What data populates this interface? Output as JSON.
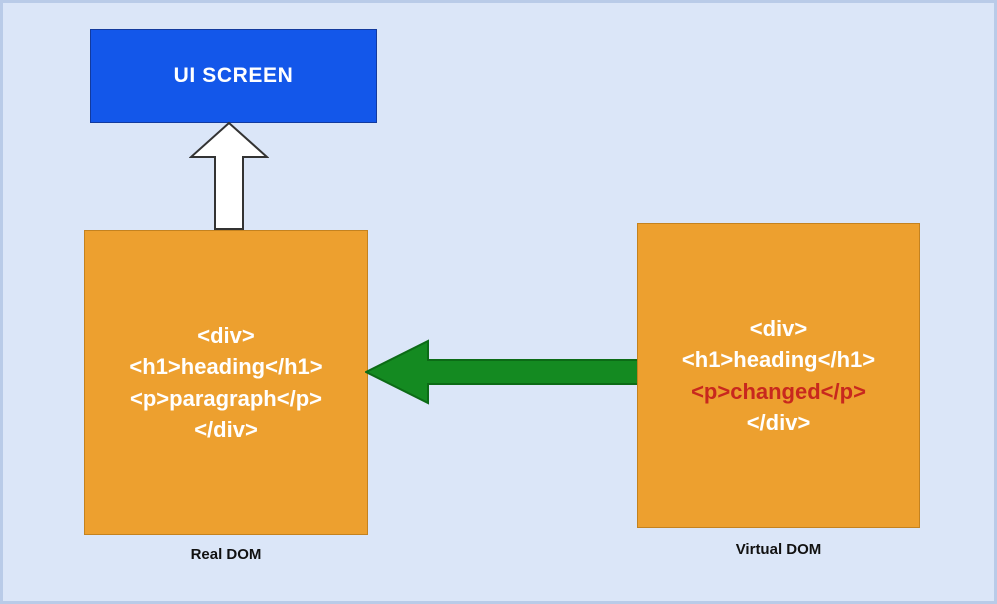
{
  "diagram": {
    "title": "Virtual DOM vs Real DOM reconciliation diagram",
    "background_color": "#dbe6f8",
    "border_color": "#b9cbe8",
    "nodes": {
      "ui_screen": {
        "label": "UI SCREEN",
        "fill_color": "#1357ea",
        "text_color": "#ffffff"
      },
      "real_dom": {
        "caption": "Real DOM",
        "fill_color": "#eda02f",
        "text_color": "#ffffff",
        "code_lines": [
          {
            "text": "<div>",
            "changed": false
          },
          {
            "text": "<h1>heading</h1>",
            "changed": false
          },
          {
            "text": "<p>paragraph</p>",
            "changed": false
          },
          {
            "text": "</div>",
            "changed": false
          }
        ]
      },
      "virtual_dom": {
        "caption": "Virtual DOM",
        "fill_color": "#eda02f",
        "text_color": "#ffffff",
        "changed_text_color": "#c8281e",
        "code_lines": [
          {
            "text": "<div>",
            "changed": false
          },
          {
            "text": "<h1>heading</h1>",
            "changed": false
          },
          {
            "text": "<p>changed</p>",
            "changed": true
          },
          {
            "text": "</div>",
            "changed": false
          }
        ]
      }
    },
    "arrows": {
      "render_up": {
        "direction": "up",
        "from": "Real DOM",
        "to": "UI SCREEN",
        "fill_color": "#ffffff",
        "stroke_color": "#333333"
      },
      "diff_left": {
        "direction": "left",
        "from": "Virtual DOM",
        "to": "Real DOM",
        "fill_color": "#148a21",
        "stroke_color": "#0c6b16"
      }
    }
  }
}
